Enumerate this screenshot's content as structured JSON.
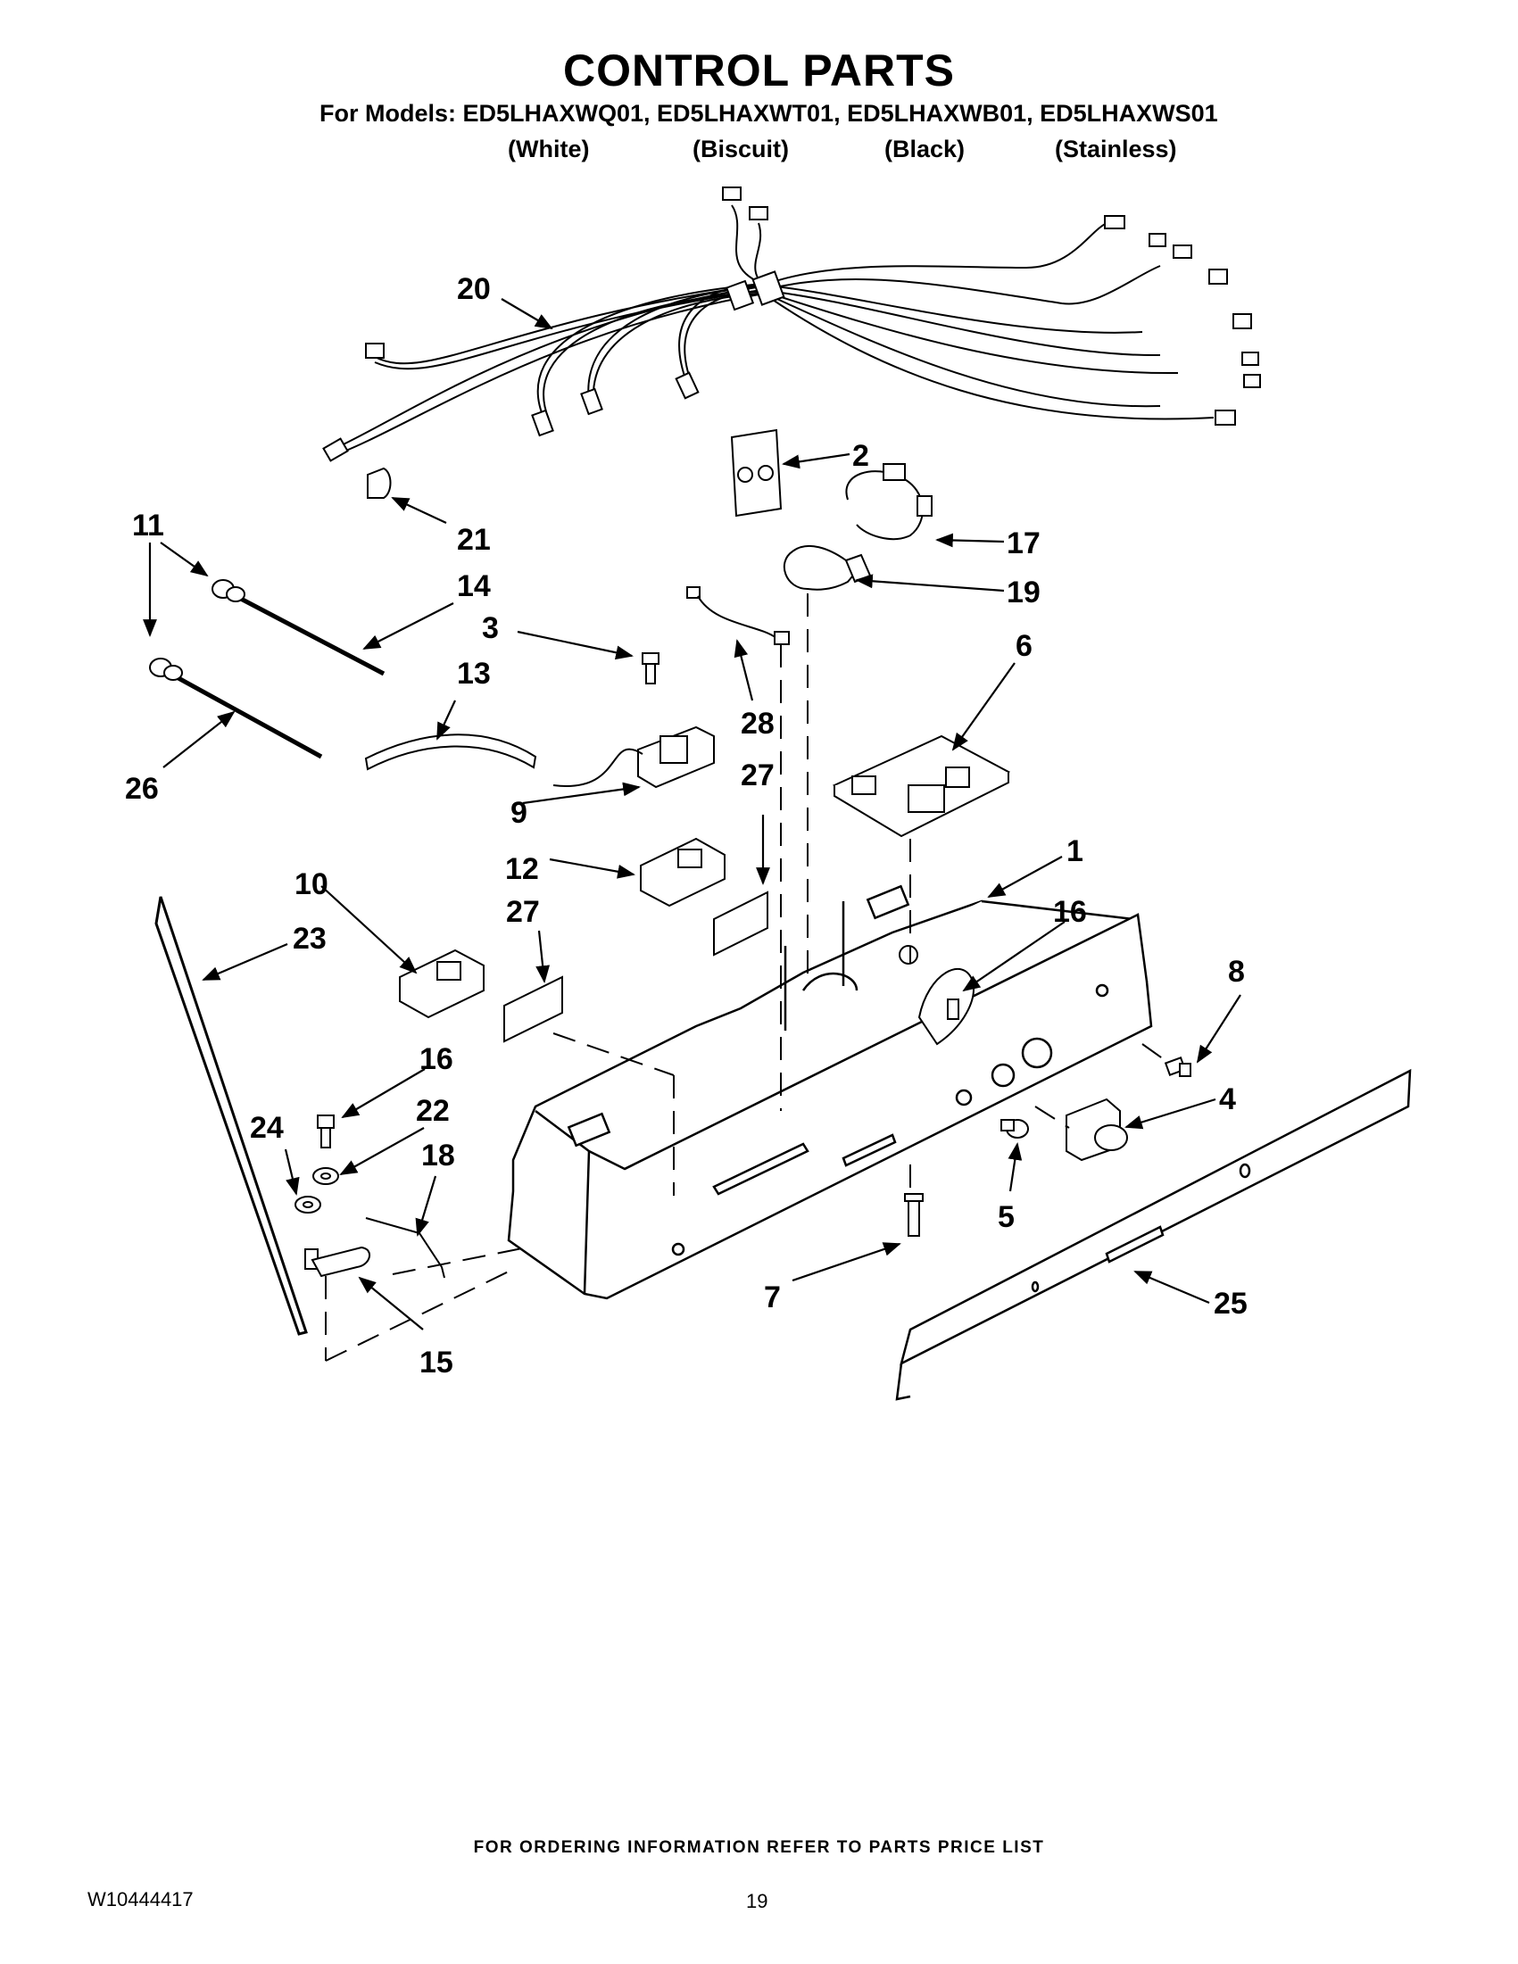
{
  "header": {
    "title": "CONTROL PARTS",
    "models_line": "For Models: ED5LHAXWQ01, ED5LHAXWT01, ED5LHAXWB01, ED5LHAXWS01",
    "variants": [
      "(White)",
      "(Biscuit)",
      "(Black)",
      "(Stainless)"
    ]
  },
  "callouts": [
    "20",
    "2",
    "21",
    "17",
    "11",
    "14",
    "19",
    "3",
    "6",
    "13",
    "28",
    "26",
    "9",
    "27",
    "1",
    "12",
    "10",
    "27",
    "16",
    "23",
    "8",
    "16",
    "4",
    "22",
    "24",
    "18",
    "5",
    "7",
    "25",
    "15"
  ],
  "footer": {
    "ordering_note": "FOR ORDERING INFORMATION REFER TO PARTS PRICE LIST",
    "doc_id": "W10444417",
    "page_number": "19"
  }
}
